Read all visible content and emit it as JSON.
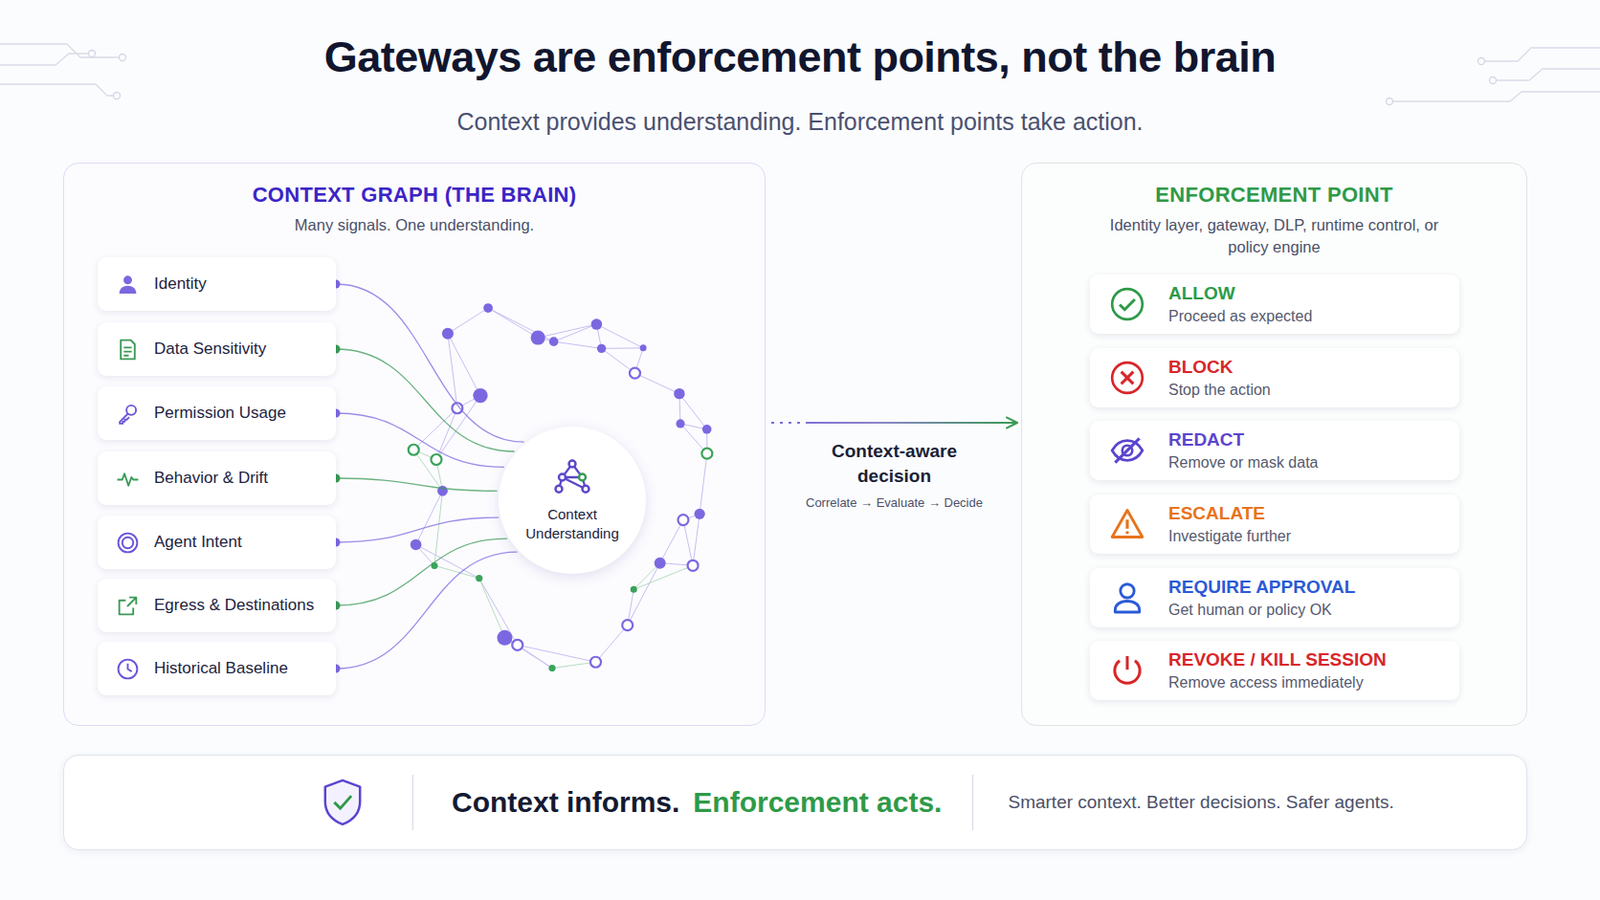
{
  "diagram": {
    "title": "Gateways are enforcement points, not the brain",
    "nodes": [
      {
        "text": [
          "CONTEXT GRAPH (THE BRAIN)",
          "Many signals. One understanding."
        ]
      },
      {
        "text": [
          "Identity"
        ],
        "in": 0
      },
      {
        "text": [
          "Data Sensitivity"
        ],
        "in": 0
      },
      {
        "text": [
          "Permission Usage"
        ],
        "in": 0
      },
      {
        "text": [
          "Behavior & Drift"
        ],
        "in": 0
      },
      {
        "text": [
          "Agent Intent"
        ],
        "in": 0
      },
      {
        "text": [
          "Egress & Destinations"
        ],
        "in": 0
      },
      {
        "text": [
          "Historical Baseline"
        ],
        "in": 0
      },
      {
        "text": [
          "Context Understanding"
        ],
        "in": 0
      },
      {
        "text": [
          "ENFORCEMENT POINT",
          "Identity layer, gateway, DLP, runtime control, or policy engine"
        ]
      },
      {
        "text": [
          "ALLOW",
          "Proceed as expected"
        ],
        "in": 9
      },
      {
        "text": [
          "BLOCK",
          "Stop the action"
        ],
        "in": 9
      },
      {
        "text": [
          "REDACT",
          "Remove or mask data"
        ],
        "in": 9
      },
      {
        "text": [
          "ESCALATE",
          "Investigate further"
        ],
        "in": 9
      },
      {
        "text": [
          "REQUIRE APPROVAL",
          "Get human or policy OK"
        ],
        "in": 9
      },
      {
        "text": [
          "REVOKE / KILL SESSION",
          "Remove access immediately"
        ],
        "in": 9
      },
      {
        "text": [
          "Context informs.",
          "Enforcement acts.",
          "Smarter context. Better decisions. Safer agents."
        ]
      }
    ],
    "edges": [
      {
        "from": 1,
        "to": 8,
        "arrow": "none"
      },
      {
        "from": 2,
        "to": 8,
        "arrow": "none"
      },
      {
        "from": 3,
        "to": 8,
        "arrow": "none"
      },
      {
        "from": 4,
        "to": 8,
        "arrow": "none"
      },
      {
        "from": 5,
        "to": 8,
        "arrow": "none"
      },
      {
        "from": 6,
        "to": 8,
        "arrow": "none"
      },
      {
        "from": 7,
        "to": 8,
        "arrow": "none"
      },
      {
        "from": 0,
        "to": 9,
        "label": "Context-aware decision",
        "arrow": "to"
      }
    ],
    "labels": [
      "Context provides understanding. Enforcement points take action.",
      "Correlate → Evaluate → Decide"
    ]
  }
}
